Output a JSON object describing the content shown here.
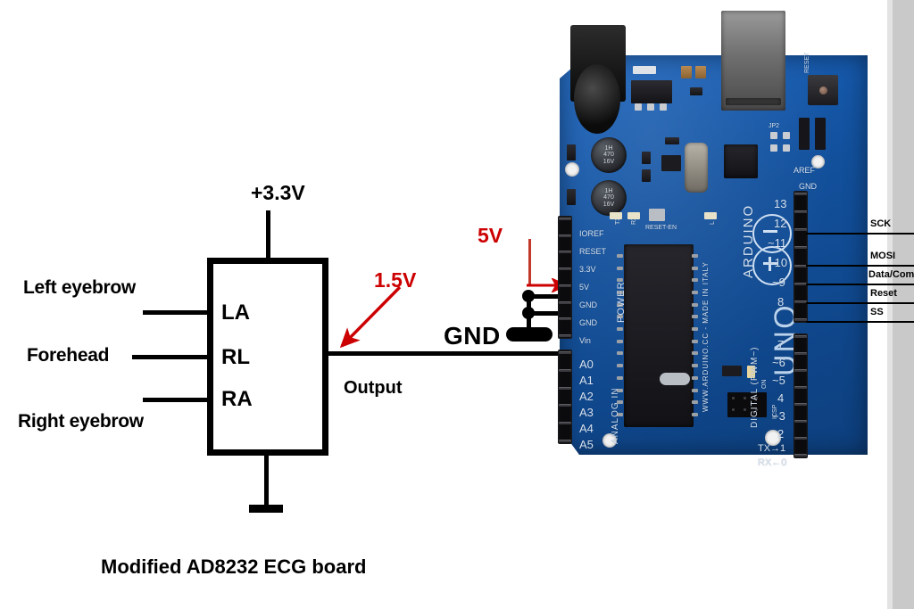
{
  "diagram": {
    "caption": "Modified AD8232 ECG board",
    "supply_label": "+3.3V",
    "output_label": "Output",
    "gnd_label": "GND",
    "annotations": {
      "output_voltage": "1.5V",
      "supply_5v": "5V"
    },
    "electrode_labels": [
      {
        "name": "Left eyebrow",
        "pin": "LA"
      },
      {
        "name": "Forehead",
        "pin": "RL"
      },
      {
        "name": "Right eyebrow",
        "pin": "RA"
      }
    ],
    "ecg_pins": [
      "LA",
      "RL",
      "RA"
    ],
    "colors": {
      "annotation_red": "#cc0000",
      "wire_black": "#000000",
      "board_blue": "#1557a8"
    }
  },
  "arduino": {
    "brand": "ARDUINO",
    "model": "UNO",
    "url_silk": "WWW.ARDUINO.CC - MADE IN ITALY",
    "reset_silk": "RESET",
    "icsp_silk": "ICSP",
    "on_silk": "ON",
    "l_silk": "L",
    "tx_silk": "TX",
    "rx_silk": "RX",
    "aref_silk": "AREF",
    "gnd_silk": "GND",
    "power_group": "POWER",
    "analog_group": "ANALOG IN",
    "digital_group": "DIGITAL (PWM~)",
    "power_pins": [
      "IOREF",
      "RESET",
      "3.3V",
      "5V",
      "GND",
      "GND",
      "Vin"
    ],
    "analog_pins": [
      "A0",
      "A1",
      "A2",
      "A3",
      "A4",
      "A5"
    ],
    "digital_pins_top": [
      "13",
      "12",
      "~11",
      "~10",
      "~9",
      "8"
    ],
    "digital_pins_bottom": [
      "7",
      "~6",
      "~5",
      "4",
      "~3",
      "2",
      "TX→1",
      "RX←0"
    ],
    "cap_text": "1H\n470\n16V"
  },
  "spi_labels": [
    {
      "text": "SCK",
      "pin": "13"
    },
    {
      "text": "MOSI",
      "pin": "~11"
    },
    {
      "text": "Data/Comm",
      "pin": "~10"
    },
    {
      "text": "Reset",
      "pin": "~9"
    },
    {
      "text": "SS",
      "pin": "8"
    }
  ]
}
